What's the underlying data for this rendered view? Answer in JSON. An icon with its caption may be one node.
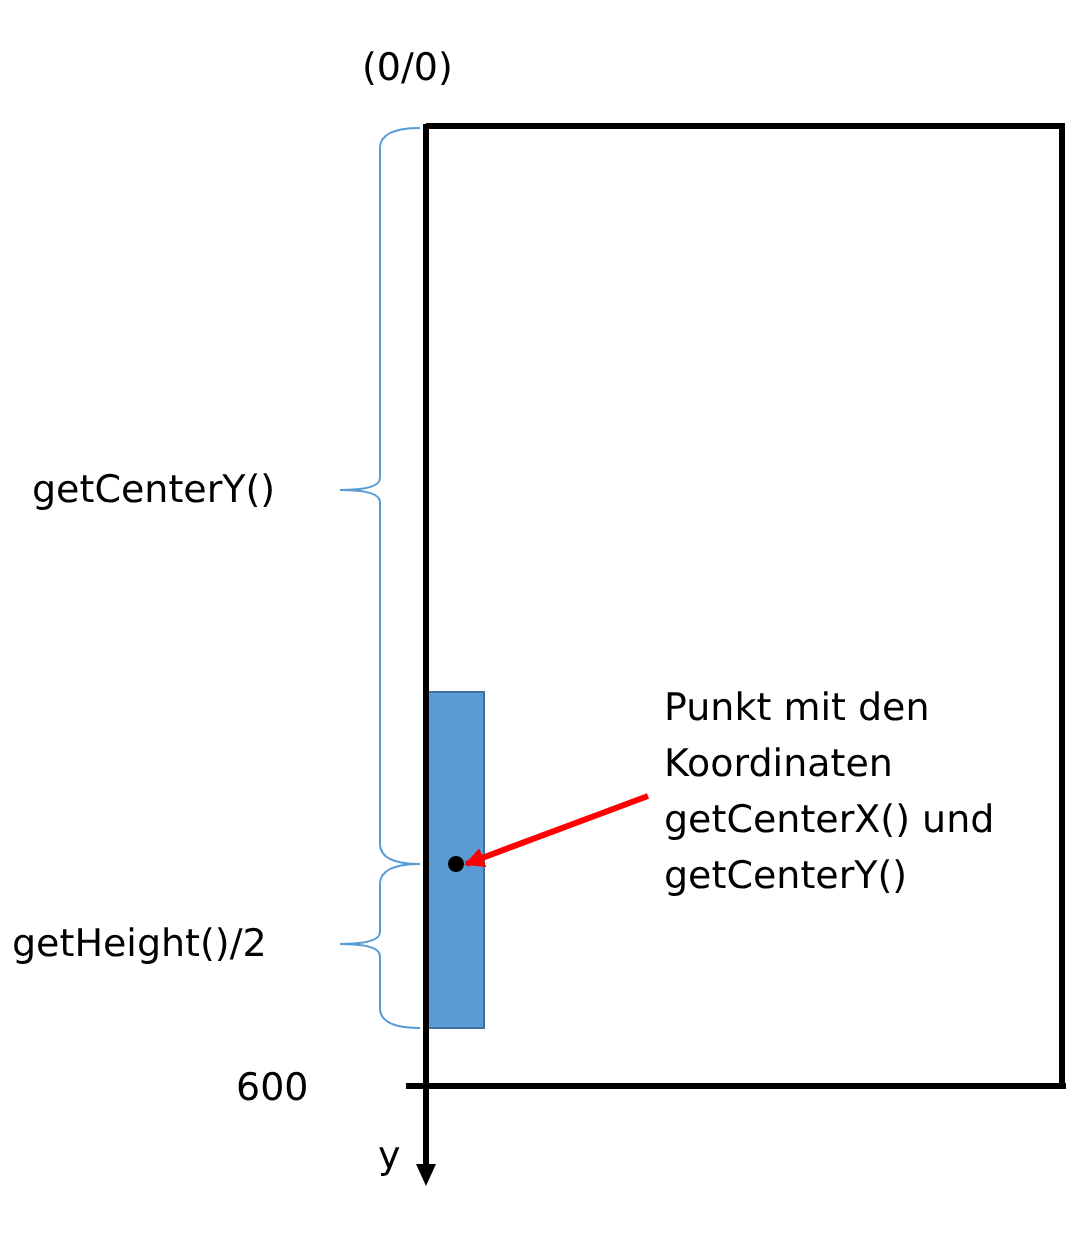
{
  "diagram": {
    "nodes": [
      {
        "text": [
          "Punkt mit den Koordinaten getCenterX() und getCenterY()"
        ]
      },
      {
        "text": [],
        "shape": "circle"
      }
    ],
    "edges": [
      {
        "from": 0,
        "to": 1,
        "arrow": "to",
        "color": "#ff0000"
      }
    ],
    "labels": [
      "(0/0)",
      "getCenterY()",
      "getHeight()/2",
      "600",
      "y"
    ]
  }
}
